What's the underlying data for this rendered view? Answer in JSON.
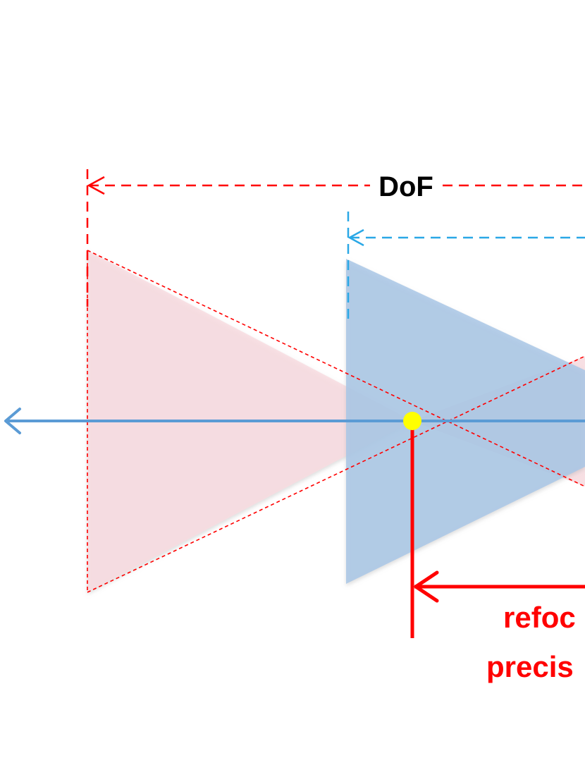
{
  "labels": {
    "dof": "DoF",
    "refocus_line1": "refoc",
    "refocus_line2": "precis"
  },
  "colors": {
    "red": "#ff0000",
    "cyan": "#2aa8e6",
    "axis_blue": "#5b9bd5",
    "pink_fill": "#f8dce0",
    "blue_fill": "#a9c7e6",
    "focus_point": "#ffff00"
  },
  "icons": {
    "axis_arrow": "arrow-left-icon",
    "focus_point": "focus-point-icon"
  }
}
